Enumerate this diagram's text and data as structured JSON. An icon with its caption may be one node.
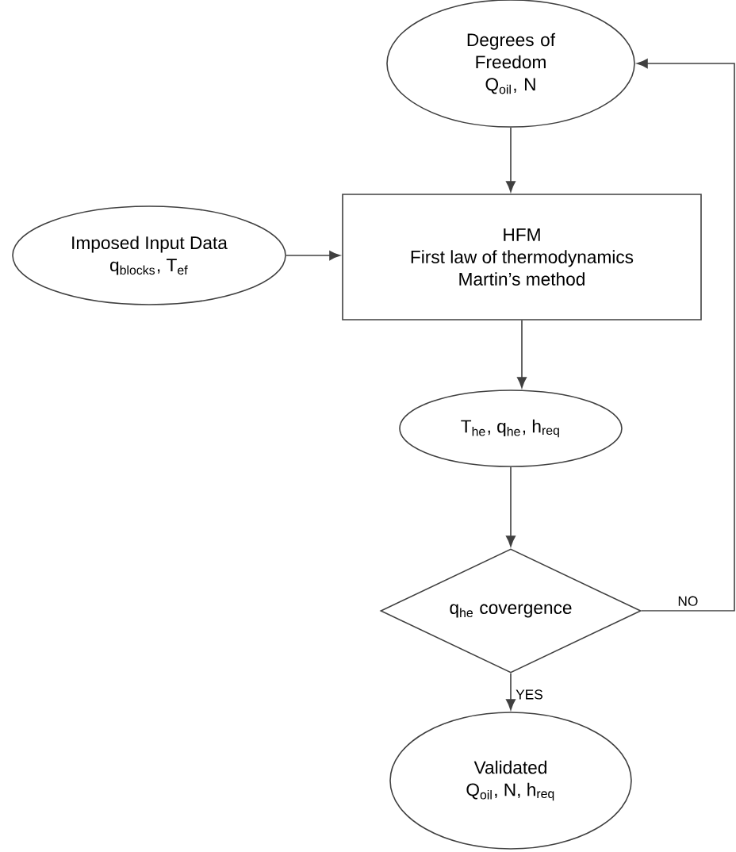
{
  "diagram": {
    "nodes": [
      {
        "text": [
          "Degrees of Freedom",
          "Q$_{oil}$, N"
        ]
      },
      {
        "text": [
          "Imposed Input Data",
          "q$_{blocks}$, T$_{ef}$"
        ]
      },
      {
        "text": [
          "HFM",
          "First law of thermodynamics",
          "Martin’s method"
        ]
      },
      {
        "text": [
          "T$_{he}$, q$_{he}$, h$_{req}$"
        ]
      },
      {
        "text": [
          "q$_{he}$ covergence"
        ]
      },
      {
        "text": [
          "Validated",
          "Q$_{oil}$, N, h$_{req}$"
        ]
      }
    ],
    "edges": [
      {
        "from": 0,
        "to": 2,
        "arrow": "to"
      },
      {
        "from": 1,
        "to": 2,
        "arrow": "to"
      },
      {
        "from": 2,
        "to": 3,
        "arrow": "to"
      },
      {
        "from": 3,
        "to": 4,
        "arrow": "to"
      },
      {
        "from": 4,
        "to": 5,
        "arrow": "to",
        "label": "YES"
      },
      {
        "from": 4,
        "to": 0,
        "arrow": "to",
        "label": "NO"
      }
    ]
  }
}
